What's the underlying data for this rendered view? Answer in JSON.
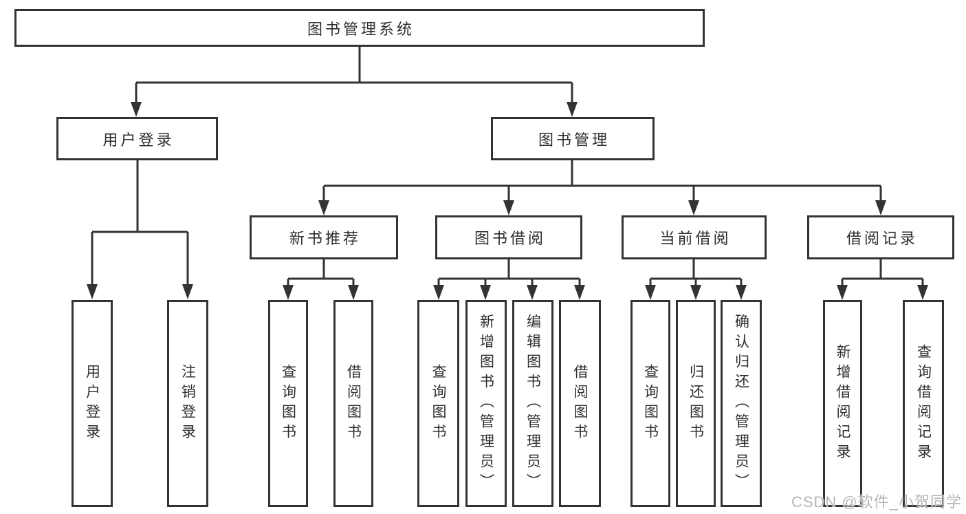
{
  "diagram": {
    "root": {
      "label": "图书管理系统"
    },
    "level2": [
      {
        "label": "用户登录",
        "leaves": [
          {
            "label": "用户登录"
          },
          {
            "label": "注销登录"
          }
        ]
      },
      {
        "label": "图书管理",
        "children": [
          {
            "label": "新书推荐",
            "leaves": [
              {
                "label": "查询图书"
              },
              {
                "label": "借阅图书"
              }
            ]
          },
          {
            "label": "图书借阅",
            "leaves": [
              {
                "label": "查询图书"
              },
              {
                "label": "新增图书（管理员）"
              },
              {
                "label": "编辑图书（管理员）"
              },
              {
                "label": "借阅图书"
              }
            ]
          },
          {
            "label": "当前借阅",
            "leaves": [
              {
                "label": "查询图书"
              },
              {
                "label": "归还图书"
              },
              {
                "label": "确认归还（管理员）"
              }
            ]
          },
          {
            "label": "借阅记录",
            "leaves": [
              {
                "label": "新增借阅记录"
              },
              {
                "label": "查询借阅记录"
              }
            ]
          }
        ]
      }
    ]
  },
  "watermark": {
    "text": "CSDN @软件_小贺同学"
  },
  "colors": {
    "line": "#333333",
    "box_border": "#333333",
    "text": "#2e2e2e",
    "watermark": "#b5b5b5",
    "background": "#ffffff"
  }
}
